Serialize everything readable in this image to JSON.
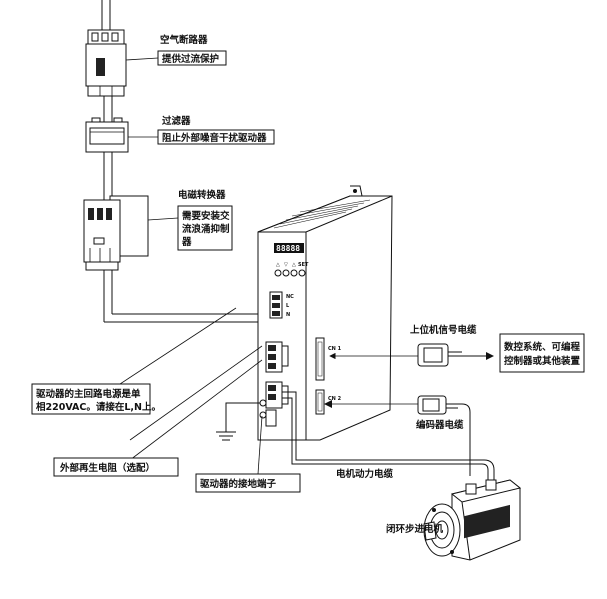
{
  "labels": {
    "breaker_title": "空气断路器",
    "breaker_desc": "提供过流保护",
    "filter_title": "过滤器",
    "filter_desc": "阻止外部噪音干扰驱动器",
    "contactor_title": "电磁转换器",
    "contactor_desc_line1": "需要安装交",
    "contactor_desc_line2": "流浪涌抑制",
    "contactor_desc_line3": "器",
    "signal_cable": "上位机信号电缆",
    "controller_line1": "数控系统、可编程",
    "controller_line2": "控制器或其他装置",
    "encoder_cable": "编码器电缆",
    "main_power_line1": "驱动器的主回路电源是单",
    "main_power_line2": "相220VAC。请接在L,N上。",
    "regen_resistor": "外部再生电阻（选配）",
    "ground_terminal": "驱动器的接地端子",
    "motor_cable": "电机动力电缆",
    "motor": "闭环步进电机"
  },
  "driver": {
    "display": "88888",
    "keys_label": "SET",
    "port_cn1": "CN 1",
    "port_cn2": "CN 2",
    "port_top_l": "L",
    "port_top_n": "N",
    "port_top_nc": "NC"
  }
}
